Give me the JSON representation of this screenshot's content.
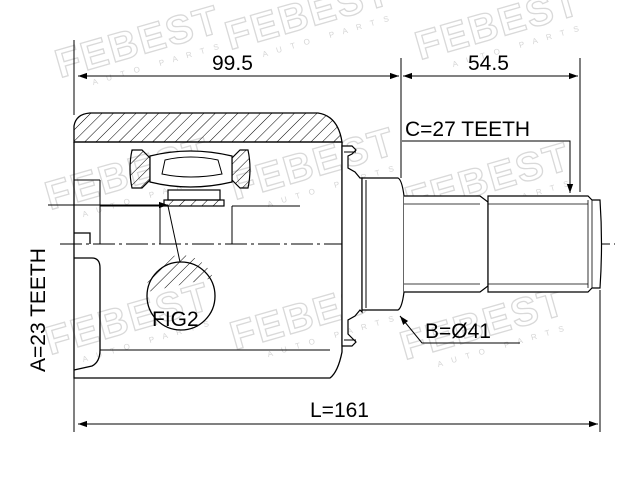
{
  "dimensions": {
    "overall_length": "99.5",
    "shaft_length": "54.5",
    "total_length": "L=161",
    "inner_teeth": "A=23 TEETH",
    "outer_teeth": "C=27 TEETH",
    "seal_diameter": "B=Ø41"
  },
  "detail_label": "FIG2",
  "watermark": {
    "brand": "FEBEST",
    "sub": "AUTO PARTS"
  },
  "colors": {
    "line": "#000000",
    "watermark": "#d9d9d9"
  }
}
